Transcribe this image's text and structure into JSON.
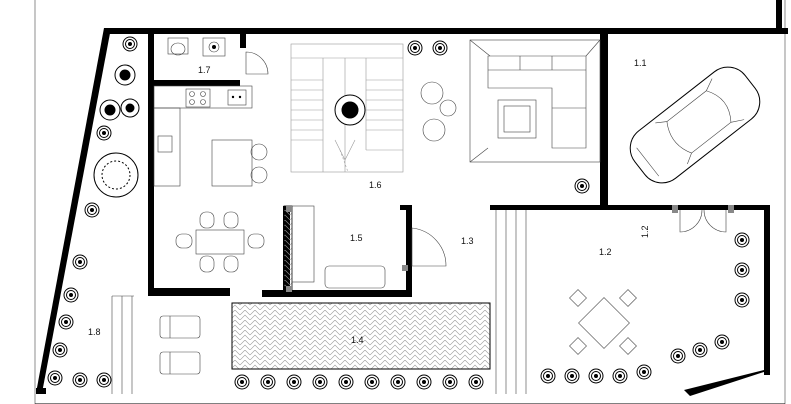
{
  "plan": {
    "rooms": [
      {
        "id": "1.1",
        "label": "1.1"
      },
      {
        "id": "1.2",
        "label": "1.2"
      },
      {
        "id": "1.2b",
        "label": "1.2"
      },
      {
        "id": "1.3",
        "label": "1.3"
      },
      {
        "id": "1.4",
        "label": "1.4"
      },
      {
        "id": "1.5",
        "label": "1.5"
      },
      {
        "id": "1.6",
        "label": "1.6"
      },
      {
        "id": "1.7",
        "label": "1.7"
      },
      {
        "id": "1.8",
        "label": "1.8"
      }
    ],
    "colors": {
      "wall": "#000000",
      "line": "#000000",
      "furniture": "#444444",
      "stair": "#999999",
      "pool_pattern": "#9a9a9a",
      "background": "#ffffff"
    },
    "icons": [
      "car-icon",
      "tree-icon",
      "shrub-icon",
      "sofa-icon",
      "dining-table-icon",
      "kitchen-island-icon",
      "toilet-icon",
      "stove-icon",
      "sun-lounger-icon",
      "staircase-icon",
      "patio-table-icon"
    ]
  }
}
